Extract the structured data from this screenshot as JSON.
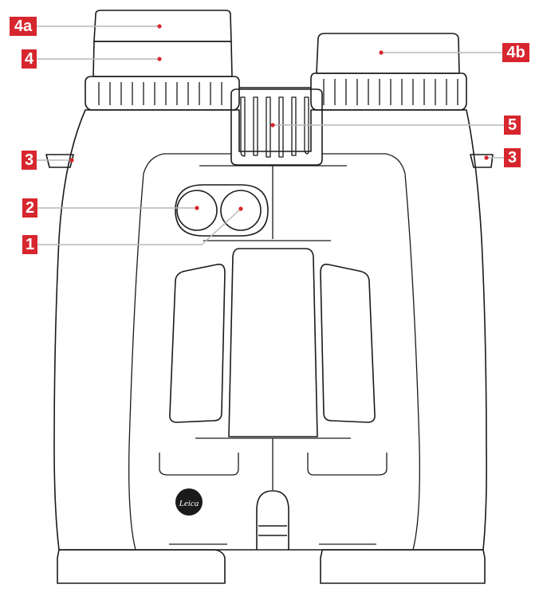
{
  "colors": {
    "accent": "#d7262e",
    "line": "#b8b8b8",
    "outline": "#1a1a1a"
  },
  "callouts": [
    {
      "id": "4a",
      "text": "4a",
      "points_to": "eyecup-top-left"
    },
    {
      "id": "4",
      "text": "4",
      "points_to": "eyecup-body-left"
    },
    {
      "id": "4b",
      "text": "4b",
      "points_to": "eyecup-right"
    },
    {
      "id": "5",
      "text": "5",
      "points_to": "focus-wheel"
    },
    {
      "id": "3L",
      "text": "3",
      "points_to": "strap-lug-left"
    },
    {
      "id": "3R",
      "text": "3",
      "points_to": "strap-lug-right"
    },
    {
      "id": "2",
      "text": "2",
      "points_to": "rangefinder-lens-left"
    },
    {
      "id": "1",
      "text": "1",
      "points_to": "rangefinder-button"
    }
  ],
  "brand_logo": "Leica"
}
